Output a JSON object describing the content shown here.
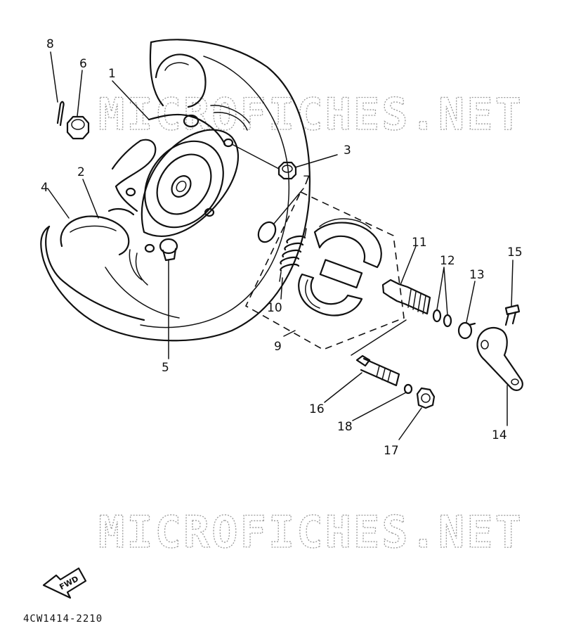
{
  "watermark": "MICROFICHES.NET",
  "diagram_code": "4CW1414-2210",
  "direction_label": "FWD",
  "callouts": [
    "1",
    "2",
    "3",
    "4",
    "5",
    "6",
    "7",
    "8",
    "9",
    "10",
    "11",
    "12",
    "13",
    "14",
    "15",
    "16",
    "17",
    "18"
  ]
}
